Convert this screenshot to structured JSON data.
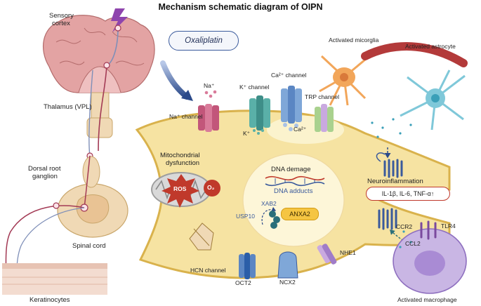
{
  "title": "Mechanism schematic diagram  of OIPN",
  "drug": "Oxaliplatin",
  "labels": {
    "sensory_cortex_1": "Sensory",
    "sensory_cortex_2": "cortex",
    "thalamus": "Thalamus (VPL)",
    "drg_1": "Dorsal root",
    "drg_2": "ganglion",
    "spinal_cord": "Spinal cord",
    "keratinocytes": "Keratinocytes",
    "na_channel": "Na⁺ channel",
    "na_ion": "Na⁺",
    "k_channel": "K⁺ channel",
    "k_ion": "K⁺",
    "ca_channel": "Ca²⁺ channel",
    "ca_ion": "Ca²⁺",
    "trp_channel": "TRP channel",
    "mito_1": "Mitochondrial",
    "mito_2": "dysfunction",
    "ros": "ROS",
    "o2": "O₂",
    "dna_damage": "DNA demage",
    "dna_adducts": "DNA adducts",
    "xab2": "XAB2",
    "usp10": "USP10",
    "anxa2": "ANXA2",
    "neuroinflammation": "Neuroinflammation",
    "cytokines": "IL-1β, IL-6, TNF-α↑",
    "activated_microglia": "Activated micorglia",
    "activated_astrocyte": "Activated astrocyte",
    "hcn_channel": "HCN channel",
    "oct2": "OCT2",
    "ncx2": "NCX2",
    "nhe1": "NHE1",
    "ccr2": "CCR2",
    "ccl2": "CCL2",
    "tlr4": "TLR4",
    "activated_macrophage": "Activated macrophage"
  },
  "colors": {
    "neuron_body": "#f6e3a2",
    "neuron_border": "#d9b24c",
    "nucleus": "#fdf6d8",
    "brain": "#e3a3a3",
    "macrophage": "#c9b6e4",
    "mito_membrane": "#9e9e9e",
    "ros_burst": "#c0392b"
  }
}
